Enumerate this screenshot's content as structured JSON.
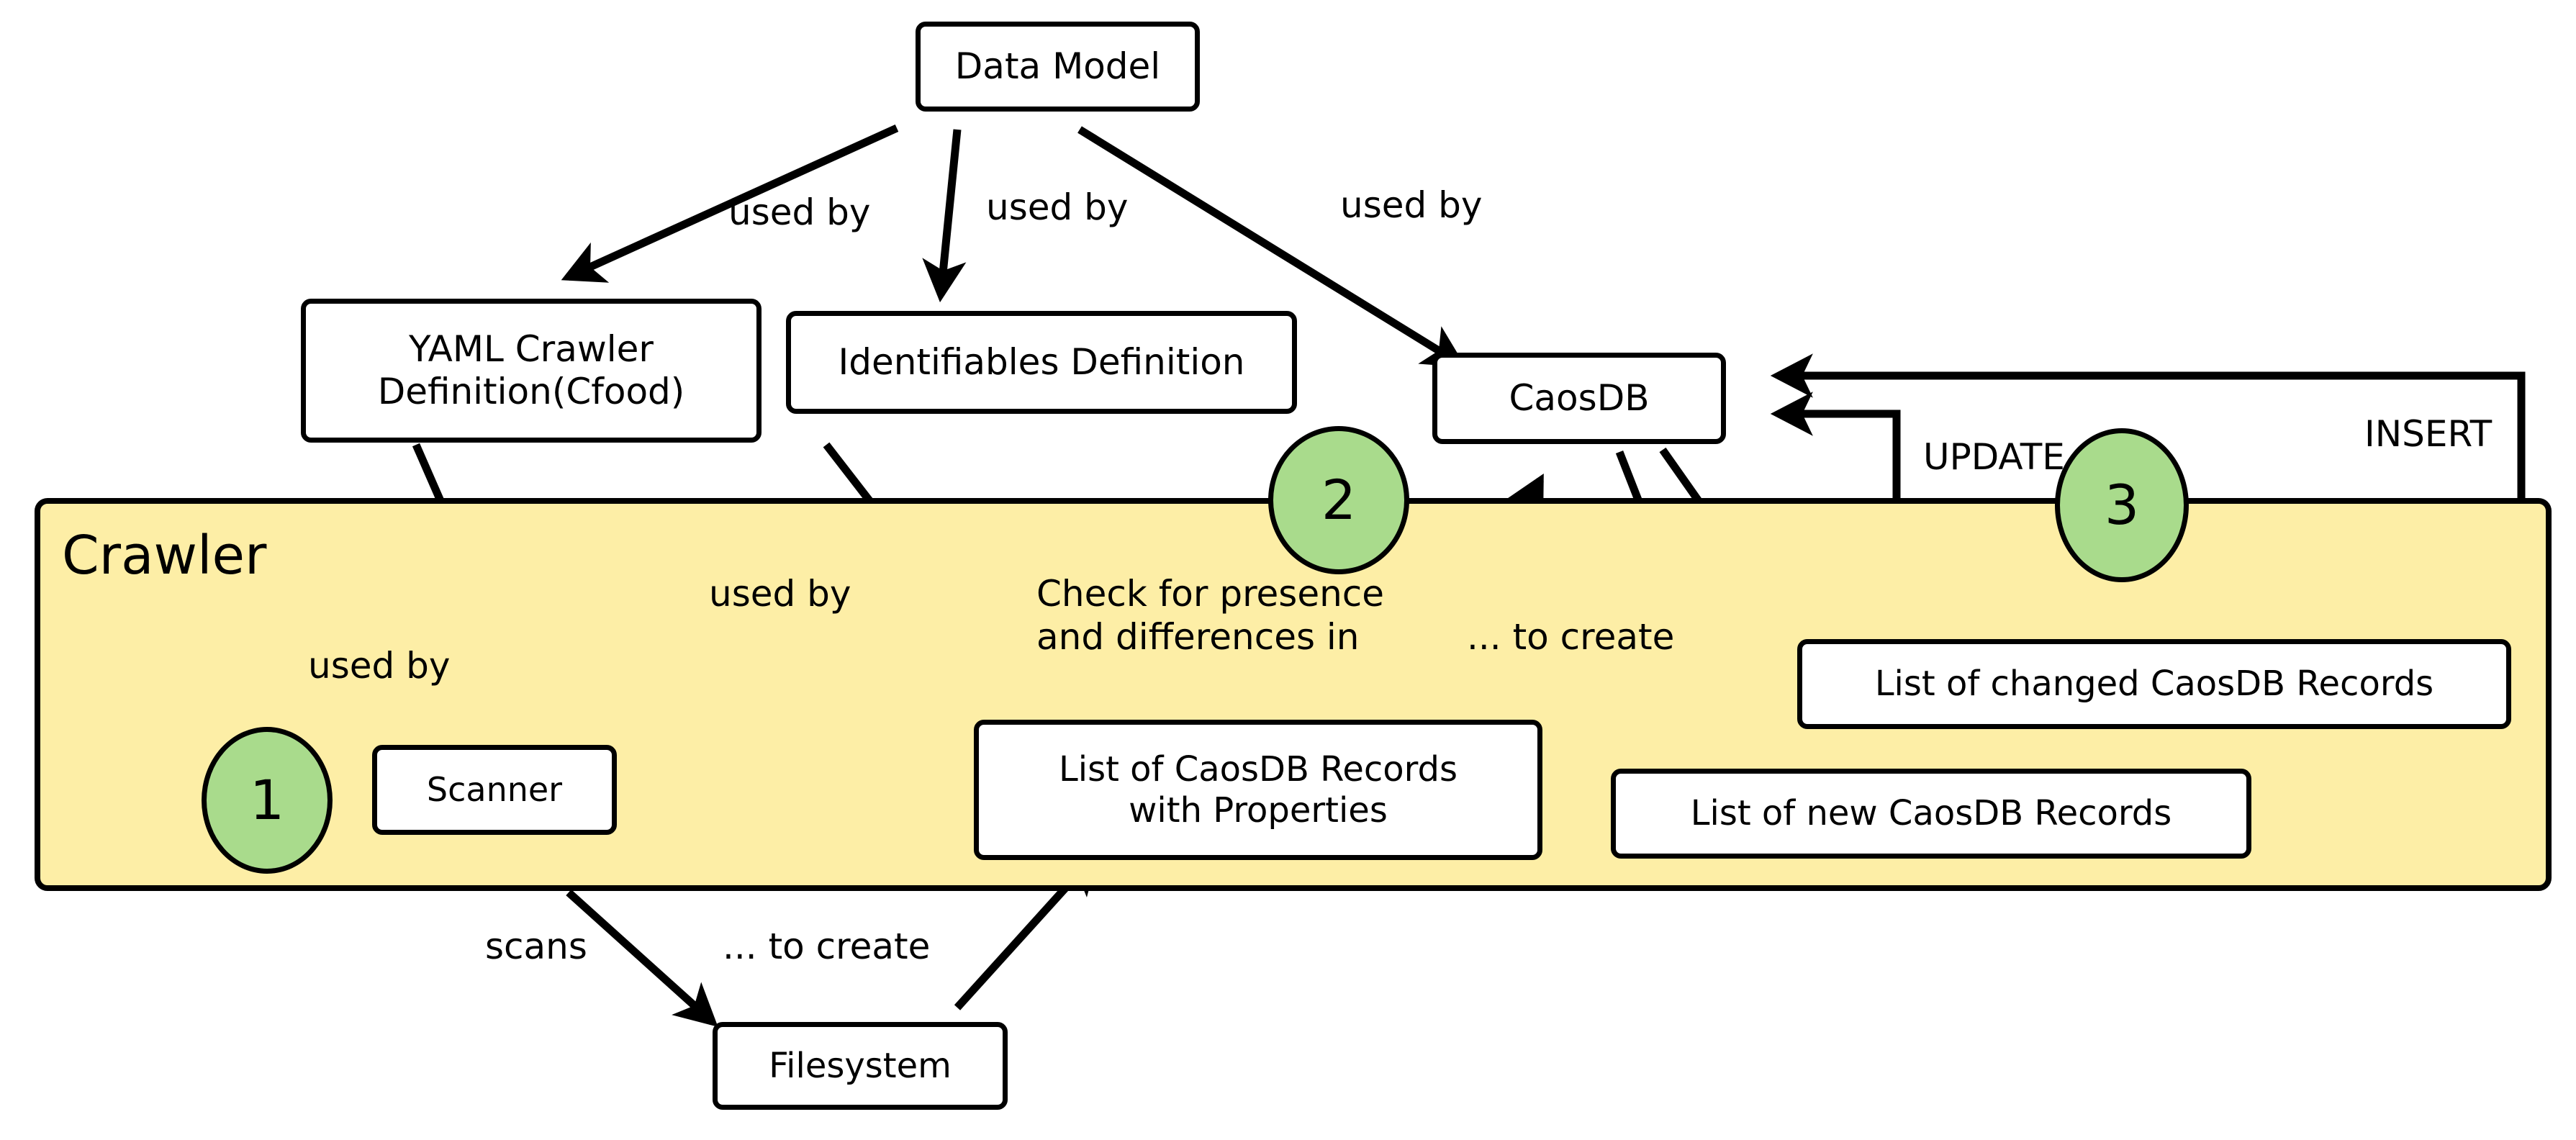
{
  "diagram": {
    "title": "CaosDB Crawler architecture",
    "colors": {
      "group_fill": "#fdeea6",
      "badge_fill": "#a9db8c",
      "node_fill": "#ffffff",
      "stroke": "#000000"
    },
    "group": {
      "label": "Crawler"
    },
    "nodes": [
      {
        "id": "data-model",
        "label": "Data Model"
      },
      {
        "id": "yaml-crawler",
        "label": "YAML Crawler\nDefinition(Cfood)"
      },
      {
        "id": "identifiables",
        "label": "Identifiables Definition"
      },
      {
        "id": "caosdb",
        "label": "CaosDB"
      },
      {
        "id": "scanner",
        "label": "Scanner"
      },
      {
        "id": "records-props",
        "label": "List of CaosDB Records\nwith Properties"
      },
      {
        "id": "changed-records",
        "label": "List of changed CaosDB Records"
      },
      {
        "id": "new-records",
        "label": "List of new CaosDB Records"
      },
      {
        "id": "filesystem",
        "label": "Filesystem"
      }
    ],
    "badges": [
      {
        "id": "step-1",
        "label": "1"
      },
      {
        "id": "step-2",
        "label": "2"
      },
      {
        "id": "step-3",
        "label": "3"
      }
    ],
    "edge_labels": [
      {
        "id": "used-by-yaml",
        "label": "used by"
      },
      {
        "id": "used-by-identif",
        "label": "used by"
      },
      {
        "id": "used-by-caosdb",
        "label": "used by"
      },
      {
        "id": "used-by-scanner",
        "label": "used by"
      },
      {
        "id": "used-by-records",
        "label": "used by"
      },
      {
        "id": "check-presence",
        "label": "Check for presence\nand differences in"
      },
      {
        "id": "to-create-records",
        "label": "... to create"
      },
      {
        "id": "scans",
        "label": "scans"
      },
      {
        "id": "to-create-filesystem",
        "label": "... to create"
      },
      {
        "id": "update",
        "label": "UPDATE"
      },
      {
        "id": "insert",
        "label": "INSERT"
      }
    ]
  }
}
